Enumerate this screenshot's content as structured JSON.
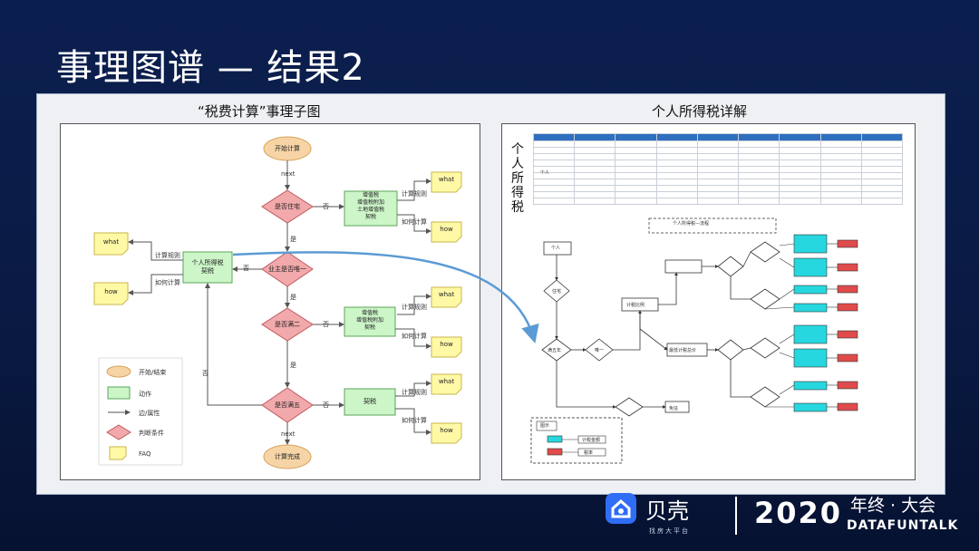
{
  "slide": {
    "title": "事理图谱 — 结果2"
  },
  "left": {
    "title": "“税费计算”事理子图",
    "nodes": {
      "start": "开始计算",
      "end": "计算完成",
      "q1": "是否住宅",
      "q2": "业主是否唯一",
      "q3": "是否满二",
      "q4": "是否满五",
      "a1": "增值税\n增值税附加\n土地增值税\n契税",
      "a2": "个人所得税\n契税",
      "a3": "增值税\n增值税附加\n契税",
      "a4": "契税"
    },
    "faq": {
      "what": "what",
      "how": "how"
    },
    "edges": {
      "next": "next",
      "yes": "是",
      "no": "否",
      "calc_rule": "计算规则",
      "how_calc": "如何计算"
    },
    "legend": {
      "start_end": "开始/结束",
      "action": "动作",
      "edge_attr": "边/属性",
      "judge": "判断条件",
      "faq": "FAQ"
    }
  },
  "right": {
    "title": "个人所得税详解",
    "vertical_label": "个人所得税",
    "table": {
      "row_label": "个人"
    },
    "flow": {
      "title": "个人所得税—流程",
      "start": "个人",
      "q_house": "住宅",
      "q_full5": "满五年",
      "q_unique": "唯一",
      "act_rate": "计税比例",
      "act_calc": "最低计税总价",
      "done": "免征"
    },
    "legend": {
      "title": "图示",
      "item1": "计税金额",
      "item2": "税率"
    }
  },
  "footer": {
    "brand": "贝壳",
    "brand_sub": "找房大平台",
    "year": "2020",
    "event": "年终 · 大会",
    "event_sub": "DATAFUNTALK"
  },
  "colors": {
    "background": "#0b1f4f",
    "action": "#ccf5c8",
    "decision": "#f2a9ab",
    "terminal": "#f7d4a6",
    "faq": "#fff9a6",
    "edge": "#555555",
    "link": "#5b9bd5",
    "flow_cyan": "#27d7df",
    "flow_red": "#e04b4b"
  }
}
